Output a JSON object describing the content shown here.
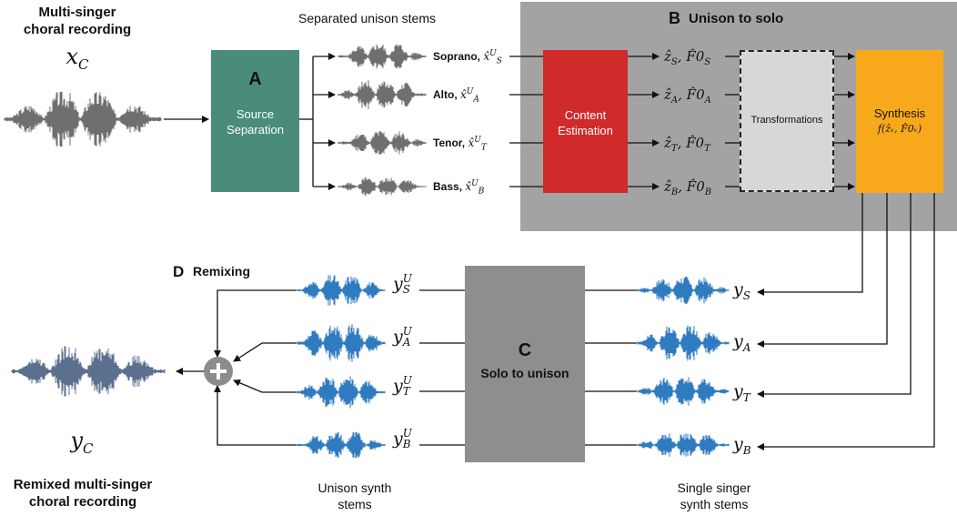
{
  "colors": {
    "wave_gray": "#6f6f6f",
    "wave_blue": "#2f7bbf",
    "wave_slate": "#5b6f8e",
    "box_a": "#4a8c7c",
    "box_b_panel": "#a3a3a3",
    "box_content": "#d02a2a",
    "box_transform": "#d7d7d7",
    "box_synth": "#f7a91b",
    "box_c": "#8e8e8e"
  },
  "input": {
    "title_line1": "Multi-singer",
    "title_line2": "choral recording",
    "symbol": "x_C"
  },
  "block_a": {
    "letter": "A",
    "line1": "Source",
    "line2": "Separation"
  },
  "separated": {
    "heading": "Separated unison stems",
    "labels": [
      "Soprano, x̂ᵁ_S",
      "Alto, x̂ᵁ_A",
      "Tenor, x̂ᵁ_T",
      "Bass, x̂ᵁ_B"
    ]
  },
  "block_b": {
    "letter": "B",
    "title": "Unison to solo",
    "content_line1": "Content",
    "content_line2": "Estimation",
    "transform": "Transformations",
    "synth_title": "Synthesis",
    "synth_formula": "f(ẑᵥ, F̂0ᵥ)",
    "params": [
      "ẑS, F̂0S",
      "ẑA, F̂0A",
      "ẑT, F̂0T",
      "ẑB, F̂0B"
    ]
  },
  "block_c": {
    "letter": "C",
    "title": "Solo to unison"
  },
  "block_d": {
    "letter": "D",
    "title": "Remixing"
  },
  "solo": {
    "outputs": [
      "yS",
      "yA",
      "yT",
      "yB"
    ]
  },
  "unison": {
    "outputs": [
      "yᵁS",
      "yᵁA",
      "yᵁT",
      "yᵁB"
    ]
  },
  "output": {
    "symbol": "yC",
    "caption_line1": "Remixed multi-singer",
    "caption_line2": "choral recording"
  },
  "captions": {
    "unison_line1": "Unison synth",
    "unison_line2": "stems",
    "solo_line1": "Single singer",
    "solo_line2": "synth stems"
  }
}
